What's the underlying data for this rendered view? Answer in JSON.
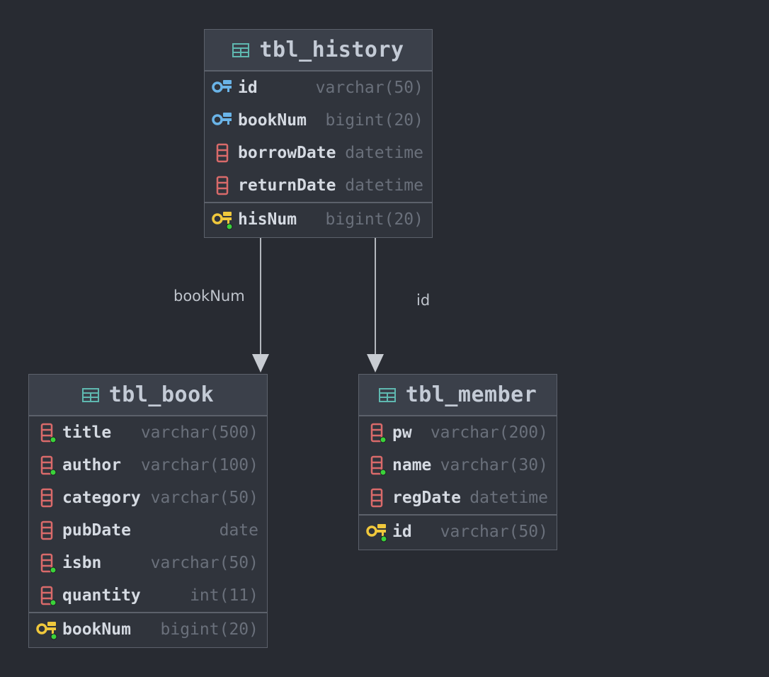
{
  "diagram": {
    "tables": {
      "history": {
        "title": "tbl_history",
        "icon": "table-icon",
        "columns": [
          {
            "name": "id",
            "type": "varchar(50)",
            "icon": "foreign-key-icon"
          },
          {
            "name": "bookNum",
            "type": "bigint(20)",
            "icon": "foreign-key-icon"
          },
          {
            "name": "borrowDate",
            "type": "datetime",
            "icon": "column-icon"
          },
          {
            "name": "returnDate",
            "type": "datetime",
            "icon": "column-icon"
          }
        ],
        "primary": {
          "name": "hisNum",
          "type": "bigint(20)",
          "icon": "primary-key-icon"
        }
      },
      "book": {
        "title": "tbl_book",
        "icon": "table-icon",
        "columns": [
          {
            "name": "title",
            "type": "varchar(500)",
            "icon": "column-not-null-icon"
          },
          {
            "name": "author",
            "type": "varchar(100)",
            "icon": "column-not-null-icon"
          },
          {
            "name": "category",
            "type": "varchar(50)",
            "icon": "column-icon"
          },
          {
            "name": "pubDate",
            "type": "date",
            "icon": "column-icon"
          },
          {
            "name": "isbn",
            "type": "varchar(50)",
            "icon": "column-not-null-icon"
          },
          {
            "name": "quantity",
            "type": "int(11)",
            "icon": "column-not-null-icon"
          }
        ],
        "primary": {
          "name": "bookNum",
          "type": "bigint(20)",
          "icon": "primary-key-icon"
        }
      },
      "member": {
        "title": "tbl_member",
        "icon": "table-icon",
        "columns": [
          {
            "name": "pw",
            "type": "varchar(200)",
            "icon": "column-not-null-icon"
          },
          {
            "name": "name",
            "type": "varchar(30)",
            "icon": "column-not-null-icon"
          },
          {
            "name": "regDate",
            "type": "datetime",
            "icon": "column-icon"
          }
        ],
        "primary": {
          "name": "id",
          "type": "varchar(50)",
          "icon": "primary-key-icon"
        }
      }
    },
    "relations": [
      {
        "label": "bookNum",
        "from": "tbl_history",
        "to": "tbl_book"
      },
      {
        "label": "id",
        "from": "tbl_history",
        "to": "tbl_member"
      }
    ],
    "colors": {
      "background": "#282b32",
      "table_icon": "#5fb8b0",
      "foreign_key": "#6ab4e8",
      "primary_key": "#f0c83c",
      "column": "#d96a6a",
      "not_null_dot": "#3ad13a",
      "line": "#b4b8be"
    }
  }
}
